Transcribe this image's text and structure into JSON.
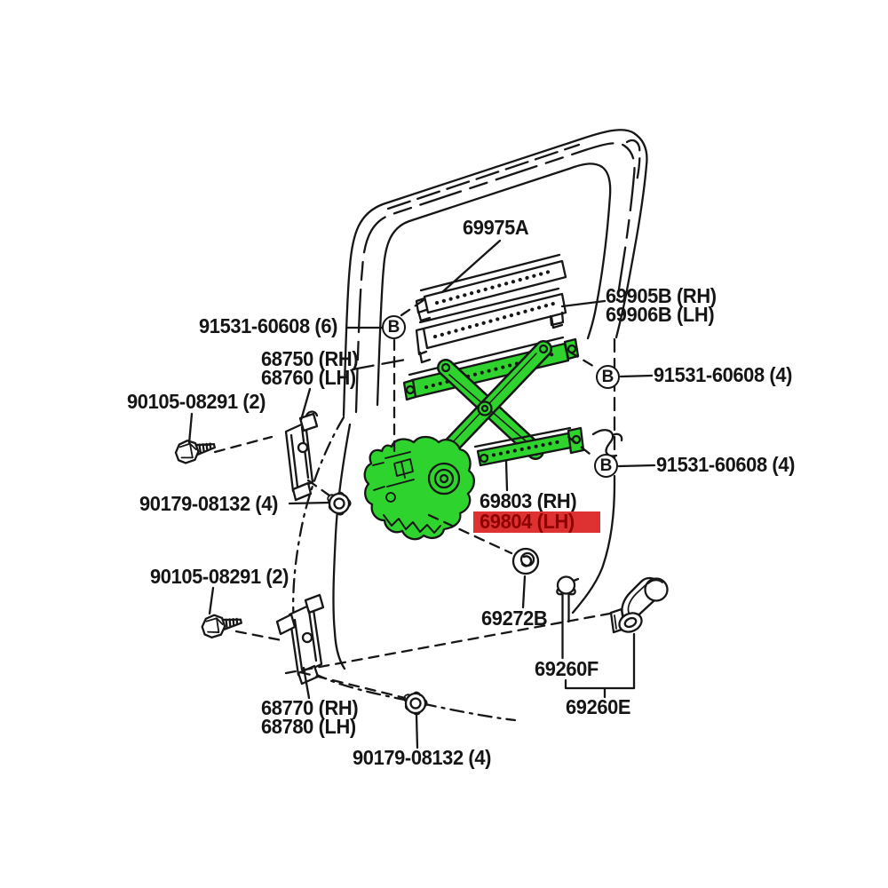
{
  "diagram": {
    "callout_letter": "B",
    "colors": {
      "highlight_background": "#de3232",
      "highlight_text": "#8e0000",
      "selected_part_green": "#2ed32e",
      "line_color": "#161616"
    },
    "labels": {
      "p69975a": "69975A",
      "p69905b": "69905B (RH)",
      "p69906b": "69906B (LH)",
      "p91531_60608_6": "91531-60608 (6)",
      "p68750": "68750 (RH)",
      "p68760": "68760 (LH)",
      "p90105_08291_top": "90105-08291 (2)",
      "p91531_60608_4_top": "91531-60608 (4)",
      "p91531_60608_4_mid": "91531-60608 (4)",
      "p90179_08132_mid": "90179-08132 (4)",
      "p69803": "69803 (RH)",
      "p69804": "69804 (LH)",
      "p90105_08291_bottom": "90105-08291 (2)",
      "p69272b": "69272B",
      "p69260f": "69260F",
      "p69260e": "69260E",
      "p68770": "68770 (RH)",
      "p68780": "68780 (LH)",
      "p90179_08132_bottom": "90179-08132 (4)"
    }
  }
}
